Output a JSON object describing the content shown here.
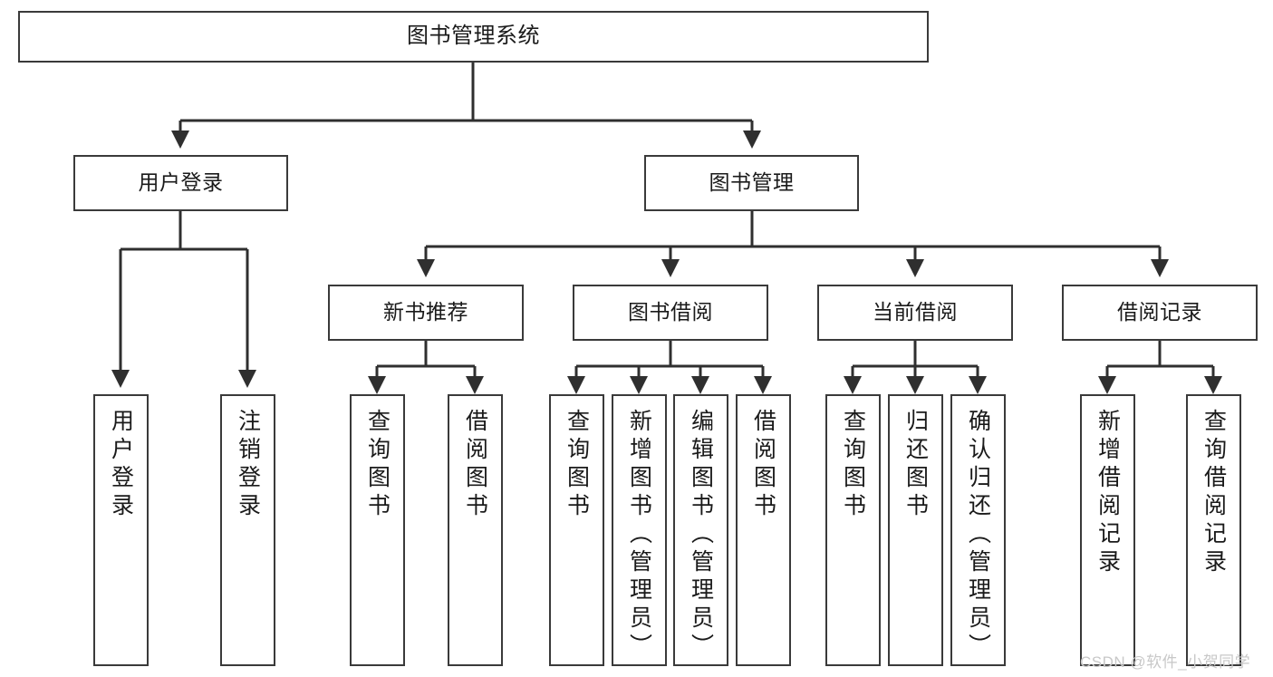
{
  "diagram": {
    "title": "图书管理系统",
    "type": "tree",
    "orientation": "top-down",
    "colors": {
      "node_border": "#3a3a3a",
      "node_fill": "#ffffff",
      "text": "#1a1a1a",
      "edge": "#2f2f2f",
      "watermark": "#c8c8c8",
      "background": "#ffffff"
    }
  },
  "nodes": {
    "root": {
      "label": "图书管理系统"
    },
    "level2": [
      {
        "label": "用户登录"
      },
      {
        "label": "图书管理"
      }
    ],
    "level3": [
      {
        "label": "新书推荐"
      },
      {
        "label": "图书借阅"
      },
      {
        "label": "当前借阅"
      },
      {
        "label": "借阅记录"
      }
    ],
    "leaves_user_login": [
      {
        "label": "用户登录"
      },
      {
        "label": "注销登录"
      }
    ],
    "leaves_new_book": [
      {
        "label": "查询图书"
      },
      {
        "label": "借阅图书"
      }
    ],
    "leaves_borrow": [
      {
        "label": "查询图书"
      },
      {
        "label": "新增图书（管理员）"
      },
      {
        "label": "编辑图书（管理员）"
      },
      {
        "label": "借阅图书"
      }
    ],
    "leaves_current": [
      {
        "label": "查询图书"
      },
      {
        "label": "归还图书"
      },
      {
        "label": "确认归还（管理员）"
      }
    ],
    "leaves_records": [
      {
        "label": "新增借阅记录"
      },
      {
        "label": "查询借阅记录"
      }
    ]
  },
  "watermark": {
    "text": "CSDN @软件_小贺同学"
  }
}
